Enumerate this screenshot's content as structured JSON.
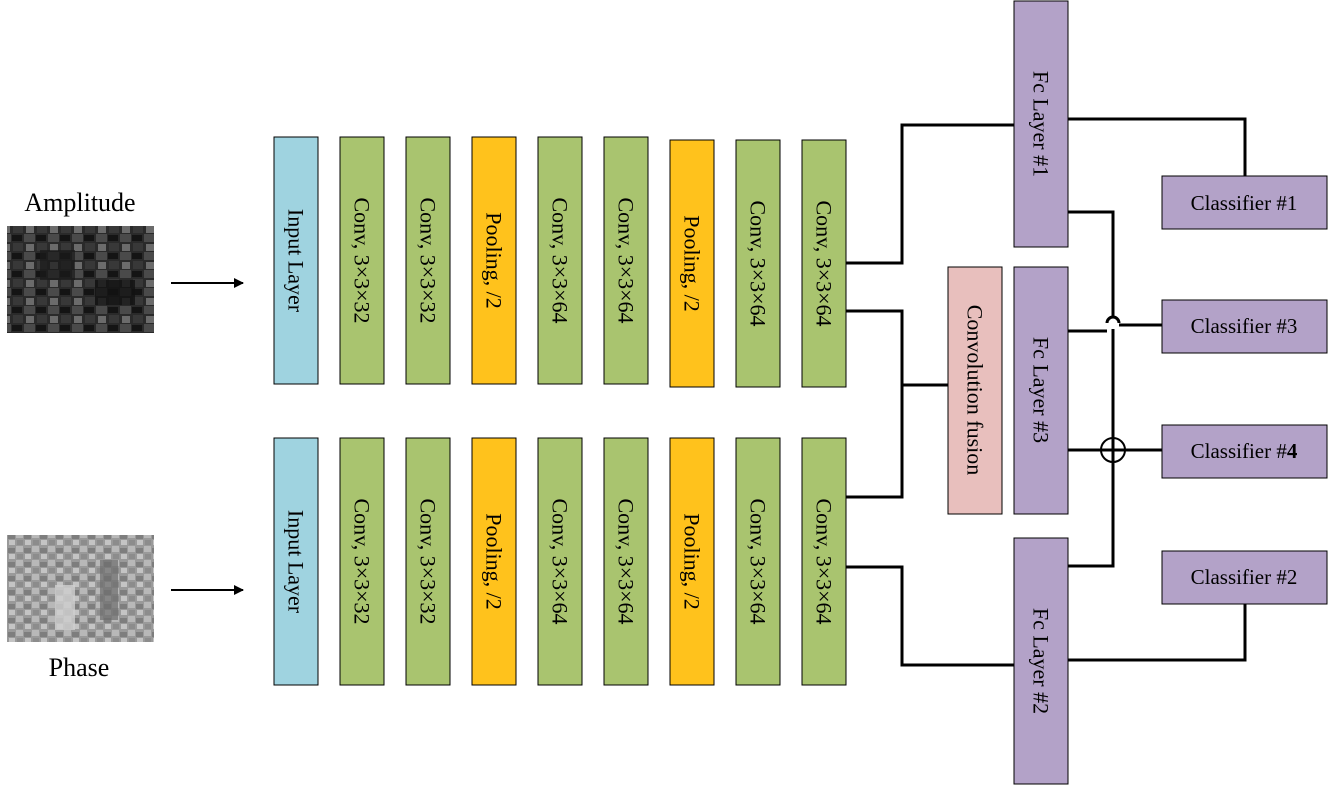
{
  "inputs": {
    "amplitude_label": "Amplitude",
    "phase_label": "Phase"
  },
  "branches": {
    "amplitude": [
      "Input Layer",
      "Conv, 3×3×32",
      "Conv, 3×3×32",
      "Pooling, /2",
      "Conv, 3×3×64",
      "Conv, 3×3×64",
      "Pooling, /2",
      "Conv, 3×3×64",
      "Conv, 3×3×64"
    ],
    "phase": [
      "Input Layer",
      "Conv, 3×3×32",
      "Conv, 3×3×32",
      "Pooling, /2",
      "Conv, 3×3×64",
      "Conv, 3×3×64",
      "Pooling, /2",
      "Conv, 3×3×64",
      "Conv, 3×3×64"
    ]
  },
  "fusion": {
    "label": "Convolution fusion"
  },
  "fc_layers": {
    "fc1": "Fc Layer #1",
    "fc2": "Fc Layer #2",
    "fc3": "Fc Layer #3"
  },
  "classifiers": {
    "c1": "Classifier #1",
    "c2": "Classifier #2",
    "c3": "Classifier #3",
    "c4_prefix": "Classifier #",
    "c4_number": "4"
  },
  "colors": {
    "input": "#9fd3e0",
    "conv": "#a9c46f",
    "pool": "#ffc21c",
    "fusion": "#e8bfbd",
    "fc": "#b3a2c8",
    "classifier": "#b3a2c8",
    "stroke": "#000000"
  }
}
